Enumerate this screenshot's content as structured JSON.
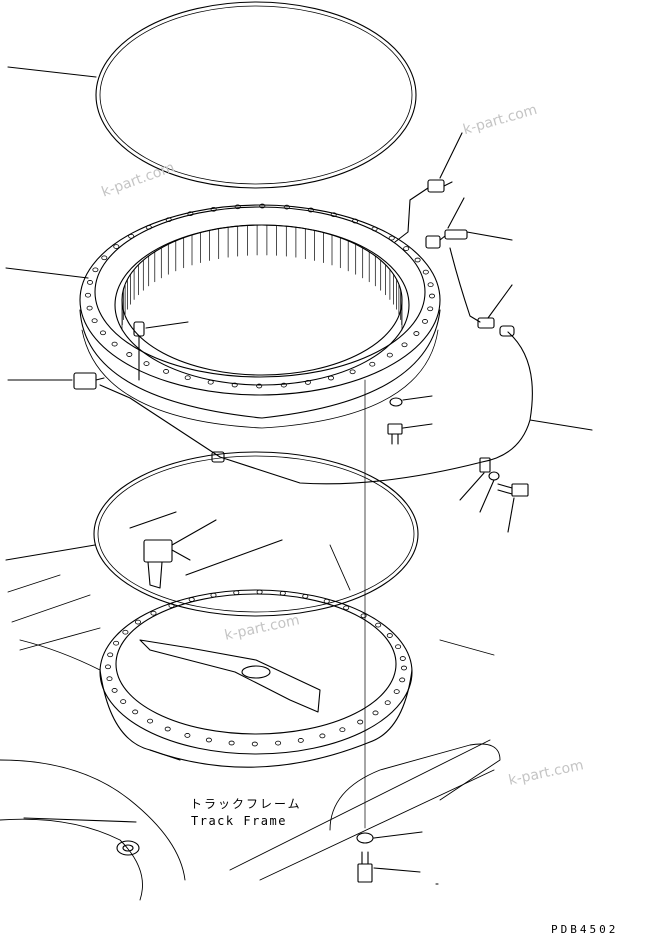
{
  "labels": {
    "frame_jp": "トラックフレーム",
    "frame_en": "Track Frame"
  },
  "drawing_code": "PDB4502",
  "watermarks": [
    "k-part.com",
    "k-part.com",
    "k-part.com",
    "k-part.com"
  ],
  "colors": {
    "line": "#000000",
    "watermark": "#c4c4c4",
    "background": "#ffffff"
  }
}
